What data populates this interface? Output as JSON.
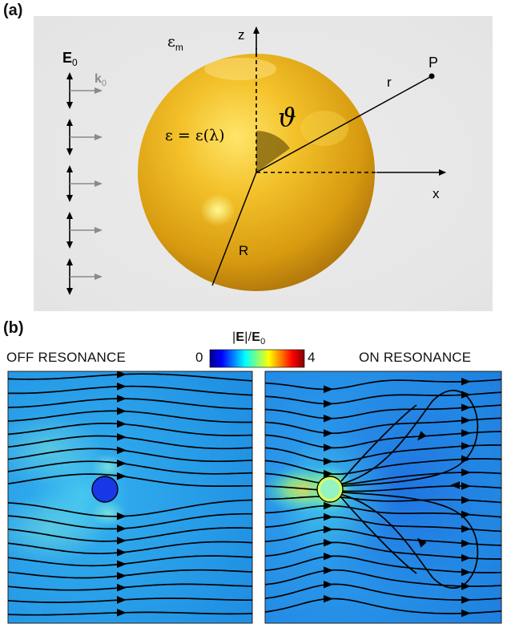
{
  "panel_a": {
    "label": "(a)",
    "field_label": "E",
    "field_sub": "0",
    "wave_label": "k",
    "wave_sub": "0",
    "medium_label": "ε",
    "medium_sub": "m",
    "permittivity": "ε = ε(λ)",
    "angle_symbol": "ϑ",
    "axis_z": "z",
    "axis_x": "x",
    "radius_label": "R",
    "r_label": "r",
    "point_label": "P",
    "incident_arrow_count": 5
  },
  "panel_b": {
    "label": "(b)",
    "colorbar_title_pre": "|",
    "colorbar_title_E": "E",
    "colorbar_title_mid": "|/",
    "colorbar_title_E0": "E",
    "colorbar_title_sub": "0",
    "colorbar_min": "0",
    "colorbar_max": "4",
    "off_title": "OFF RESONANCE",
    "on_title": "ON RESONANCE",
    "colormap": [
      "#00008f",
      "#0000ff",
      "#0080ff",
      "#00ffff",
      "#80ff80",
      "#ffff00",
      "#ff8000",
      "#ff0000",
      "#800000"
    ],
    "background_field_color": "#1f96e6"
  }
}
